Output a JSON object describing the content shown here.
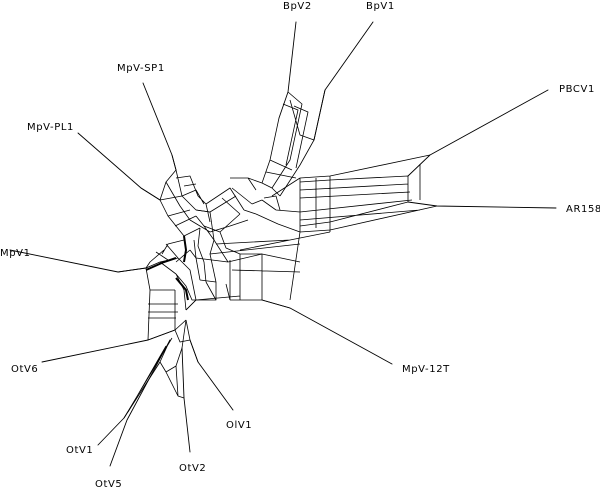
{
  "diagram": {
    "taxa": {
      "BpV2": "BpV2",
      "BpV1": "BpV1",
      "MpV_SP1": "MpV-SP1",
      "PBCV1": "PBCV1",
      "MpV_PL1": "MpV-PL1",
      "AR158": "AR158",
      "MpV1": "MpV1",
      "OtV6": "OtV6",
      "MpV_12T": "MpV-12T",
      "OlV1": "OlV1",
      "OtV1": "OtV1",
      "OtV2": "OtV2",
      "OtV5": "OtV5"
    }
  }
}
